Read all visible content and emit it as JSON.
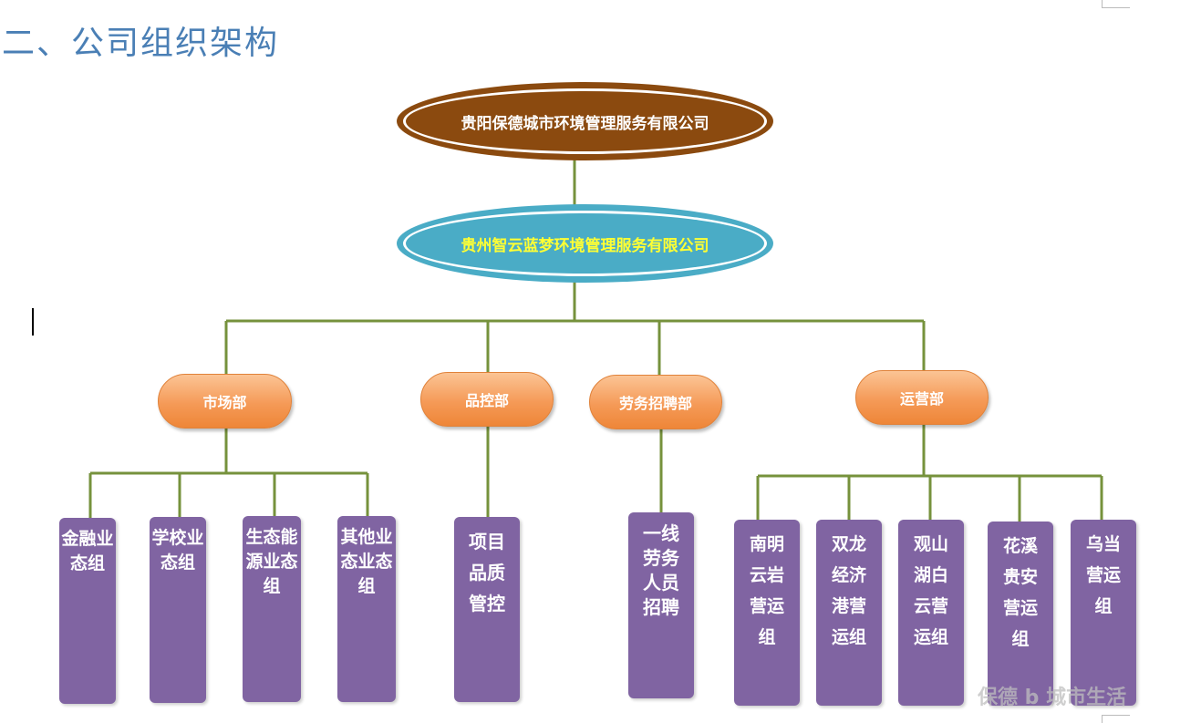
{
  "heading": "二、公司组织架构",
  "org": {
    "top_company": "贵阳保德城市环境管理服务有限公司",
    "second_company": "贵州智云蓝梦环境管理服务有限公司",
    "departments": [
      {
        "name": "市场部",
        "teams": [
          "金融业态组",
          "学校业态组",
          "生态能源业态组",
          "其他业态业态组"
        ]
      },
      {
        "name": "品控部",
        "teams": [
          "项目品质管控"
        ]
      },
      {
        "name": "劳务招聘部",
        "teams": [
          "一线劳务人员招聘"
        ]
      },
      {
        "name": "运营部",
        "teams": [
          "南明云岩营运组",
          "双龙经济港营运组",
          "观山湖白云营运组",
          "花溪贵安营运组",
          "乌当营运组"
        ]
      }
    ]
  },
  "watermark": "保德 b 城市生活",
  "colors": {
    "connector": "#76923c",
    "top_fill": "#8b4a0f",
    "second_fill": "#4aacc6",
    "second_text": "#ffff33",
    "dept_fill": "#f59a57",
    "team_fill": "#8064a2",
    "heading": "#4a7fb5"
  }
}
